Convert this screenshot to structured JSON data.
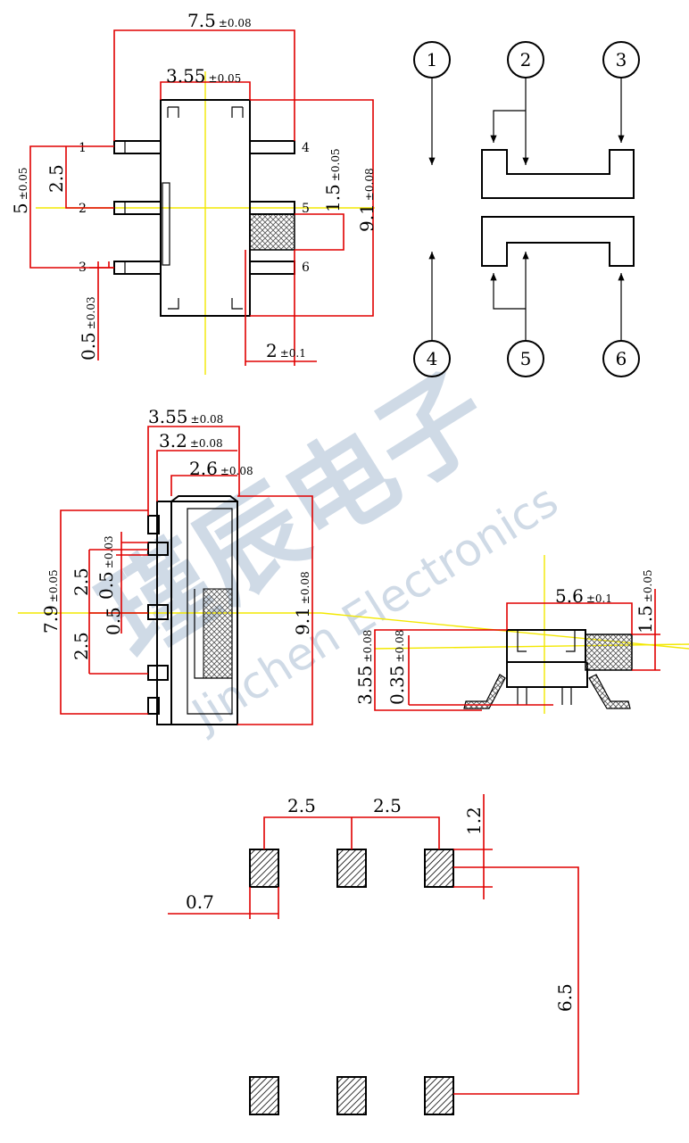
{
  "colors": {
    "dimension": "#e00000",
    "outline": "#000000",
    "centerline": "#f3e800",
    "watermark": "#a9bcd3"
  },
  "top_view": {
    "width": {
      "value": "7.5",
      "tol": "±0.08"
    },
    "body_width": {
      "value": "3.55",
      "tol": "±0.05"
    },
    "height": {
      "value": "9.1",
      "tol": "±0.08"
    },
    "left_span": {
      "value": "5",
      "tol": "±0.05"
    },
    "pitch": {
      "value": "2.5"
    },
    "pin_width": {
      "value": "0.5",
      "tol": "±0.03"
    },
    "pin_len": {
      "value": "1.5",
      "tol": "±0.05"
    },
    "offset": {
      "value": "2",
      "tol": "±0.1"
    },
    "pins": [
      "1",
      "2",
      "3",
      "4",
      "5",
      "6"
    ]
  },
  "schematic": {
    "terminals": [
      "1",
      "2",
      "3",
      "4",
      "5",
      "6"
    ]
  },
  "side_view": {
    "d1": {
      "value": "3.55",
      "tol": "±0.08"
    },
    "d2": {
      "value": "3.2",
      "tol": "±0.08"
    },
    "d3": {
      "value": "2.6",
      "tol": "±0.08"
    },
    "height_left": {
      "value": "7.9",
      "tol": "±0.05"
    },
    "height_right": {
      "value": "9.1",
      "tol": "±0.08"
    },
    "pitch_top": {
      "value": "2.5"
    },
    "pitch_bottom": {
      "value": "2.5"
    },
    "pin_w_a": {
      "value": "0.5",
      "tol": "±0.03"
    },
    "pin_w_b": {
      "value": "0.5"
    }
  },
  "front_view": {
    "width": {
      "value": "5.6",
      "tol": "±0.1"
    },
    "actuator": {
      "value": "1.5",
      "tol": "±0.05"
    },
    "height": {
      "value": "3.55",
      "tol": "±0.08"
    },
    "standoff": {
      "value": "0.35",
      "tol": "±0.08"
    }
  },
  "footprint": {
    "pitch_a": "2.5",
    "pitch_b": "2.5",
    "pad_w": "0.7",
    "pad_h": "1.2",
    "row_span": "6.5"
  },
  "watermark": {
    "chinese": "瑾辰电子",
    "english": "Jinchen Electronics"
  }
}
